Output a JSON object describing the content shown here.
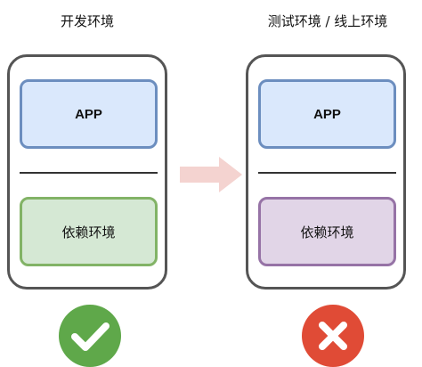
{
  "left_column": {
    "title": "开发环境",
    "app_label": "APP",
    "dependency_label": "依赖环境",
    "dependency_color": "#d5e8d4",
    "status_icon": "check-icon",
    "status_color": "#5fa84a"
  },
  "right_column": {
    "title": "测试环境 / 线上环境",
    "app_label": "APP",
    "dependency_label": "依赖环境",
    "dependency_color": "#e1d5e7",
    "status_icon": "cross-icon",
    "status_color": "#e04b36"
  },
  "colors": {
    "app_fill": "#dae8fc",
    "app_border": "#6c8ebf",
    "arrow": "#f4d3d0",
    "panel_border": "#555555"
  }
}
